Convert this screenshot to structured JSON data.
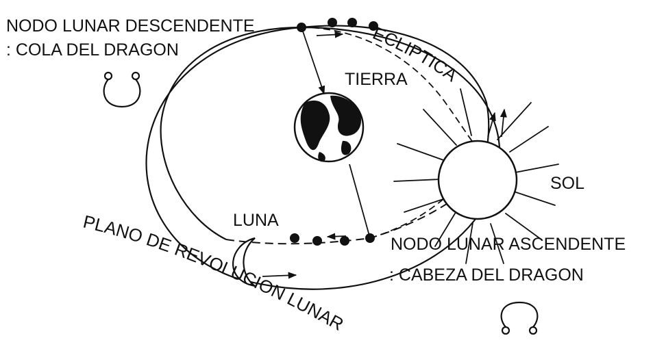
{
  "labels": {
    "descending_node_line1": "NODO LUNAR DESCENDENTE",
    "descending_node_line2": ": COLA DEL DRAGON",
    "ascending_node_line1": "NODO LUNAR ASCENDENTE",
    "ascending_node_line2": ": CABEZA DEL DRAGON",
    "ecliptic": "ECLIPTICA",
    "earth": "TIERRA",
    "sun": "SOL",
    "moon": "LUNA",
    "lunar_plane": "PLANO DE REVOLUCION LUNAR"
  },
  "symbols": {
    "descending_node": "dragon-tail-symbol",
    "ascending_node": "dragon-head-symbol"
  },
  "colors": {
    "ink": "#111111",
    "background": "#ffffff"
  }
}
